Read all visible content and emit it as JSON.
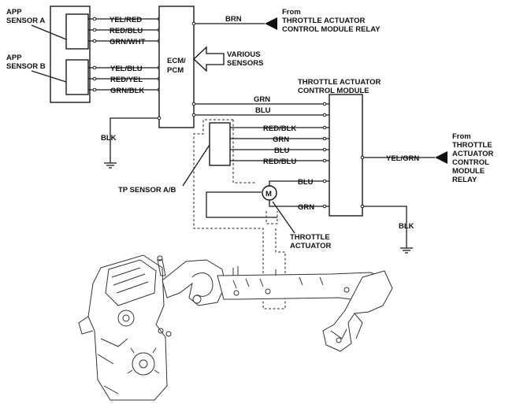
{
  "components": {
    "app_a": [
      "APP",
      "SENSOR A"
    ],
    "app_b": [
      "APP",
      "SENSOR B"
    ],
    "ecm": [
      "ECM/",
      "PCM"
    ],
    "various": [
      "VARIOUS",
      "SENSORS"
    ],
    "tacm": [
      "THROTTLE ACTUATOR",
      "CONTROL MODULE"
    ],
    "relay_top": [
      "From",
      "THROTTLE ACTUATOR",
      "CONTROL MODULE RELAY"
    ],
    "relay_right": [
      "From",
      "THROTTLE",
      "ACTUATOR",
      "CONTROL",
      "MODULE",
      "RELAY"
    ],
    "tp": "TP SENSOR A/B",
    "actuator": [
      "THROTTLE",
      "ACTUATOR"
    ],
    "motor_symbol": "M"
  },
  "wires": {
    "app_a": [
      "YEL/RED",
      "RED/BLU",
      "GRN/WHT"
    ],
    "app_b": [
      "YEL/BLU",
      "RED/YEL",
      "GRN/BLK"
    ],
    "ecm_brn": "BRN",
    "ecm_tacm": [
      "GRN",
      "BLU"
    ],
    "tp": [
      "RED/BLK",
      "GRN",
      "BLU",
      "RED/BLU"
    ],
    "motor": [
      "BLU",
      "GRN"
    ],
    "tacm_right": "YEL/GRN",
    "ground_ecm": "BLK",
    "ground_tacm": "BLK"
  }
}
